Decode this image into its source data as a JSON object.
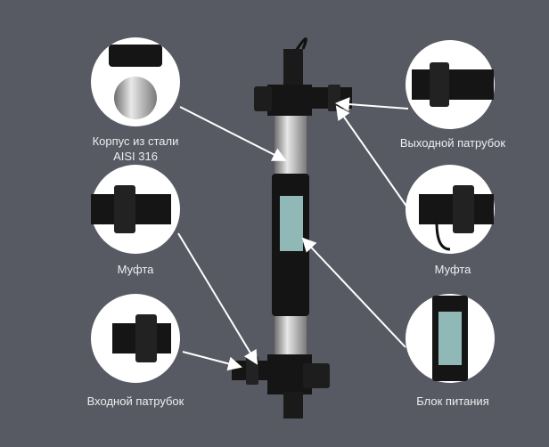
{
  "labels": {
    "body_steel_line1": "Корпус из стали",
    "body_steel_line2": "AISI 316",
    "outlet_pipe": "Выходной патрубок",
    "coupling_left": "Муфта",
    "coupling_right": "Муфта",
    "power_unit": "Блок питания",
    "inlet_pipe": "Входной патрубок"
  },
  "colors": {
    "background": "#575a63",
    "circle": "#ffffff",
    "arrow": "#ffffff",
    "device": "#151515",
    "steel": "#c8c8c8"
  }
}
